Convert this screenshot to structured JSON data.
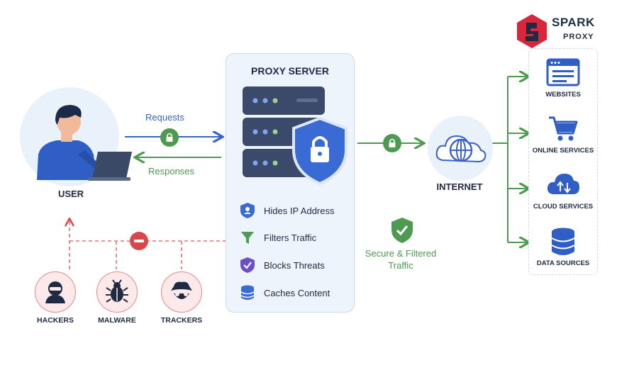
{
  "brand": {
    "name_line1": "SPARK",
    "name_line2": "PROXY",
    "logo_color": "#d9263b"
  },
  "user": {
    "label": "USER"
  },
  "flows": {
    "requests": "Requests",
    "responses": "Responses",
    "secure": "Secure & Filtered Traffic"
  },
  "proxy": {
    "title": "PROXY SERVER",
    "features": [
      {
        "label": "Hides IP Address",
        "icon": "shield-icon"
      },
      {
        "label": "Filters Traffic",
        "icon": "filter-icon"
      },
      {
        "label": "Blocks Threats",
        "icon": "shield-check-icon"
      },
      {
        "label": "Caches Content",
        "icon": "database-icon"
      }
    ]
  },
  "internet": {
    "label": "INTERNET"
  },
  "destinations": [
    {
      "label": "WEBSITES",
      "icon": "browser-window-icon"
    },
    {
      "label": "ONLINE SERVICES",
      "icon": "shopping-cart-icon"
    },
    {
      "label": "CLOUD SERVICES",
      "icon": "cloud-upload-icon"
    },
    {
      "label": "DATA SOURCES",
      "icon": "database-icon"
    }
  ],
  "threats": [
    {
      "label": "HACKERS",
      "icon": "hacker-icon"
    },
    {
      "label": "MALWARE",
      "icon": "bug-icon"
    },
    {
      "label": "TRACKERS",
      "icon": "spy-icon"
    }
  ],
  "colors": {
    "blue": "#3a63c9",
    "green": "#4e9a50",
    "red": "#d94848",
    "navy": "#1f2a44",
    "panel": "#eef4fc"
  }
}
